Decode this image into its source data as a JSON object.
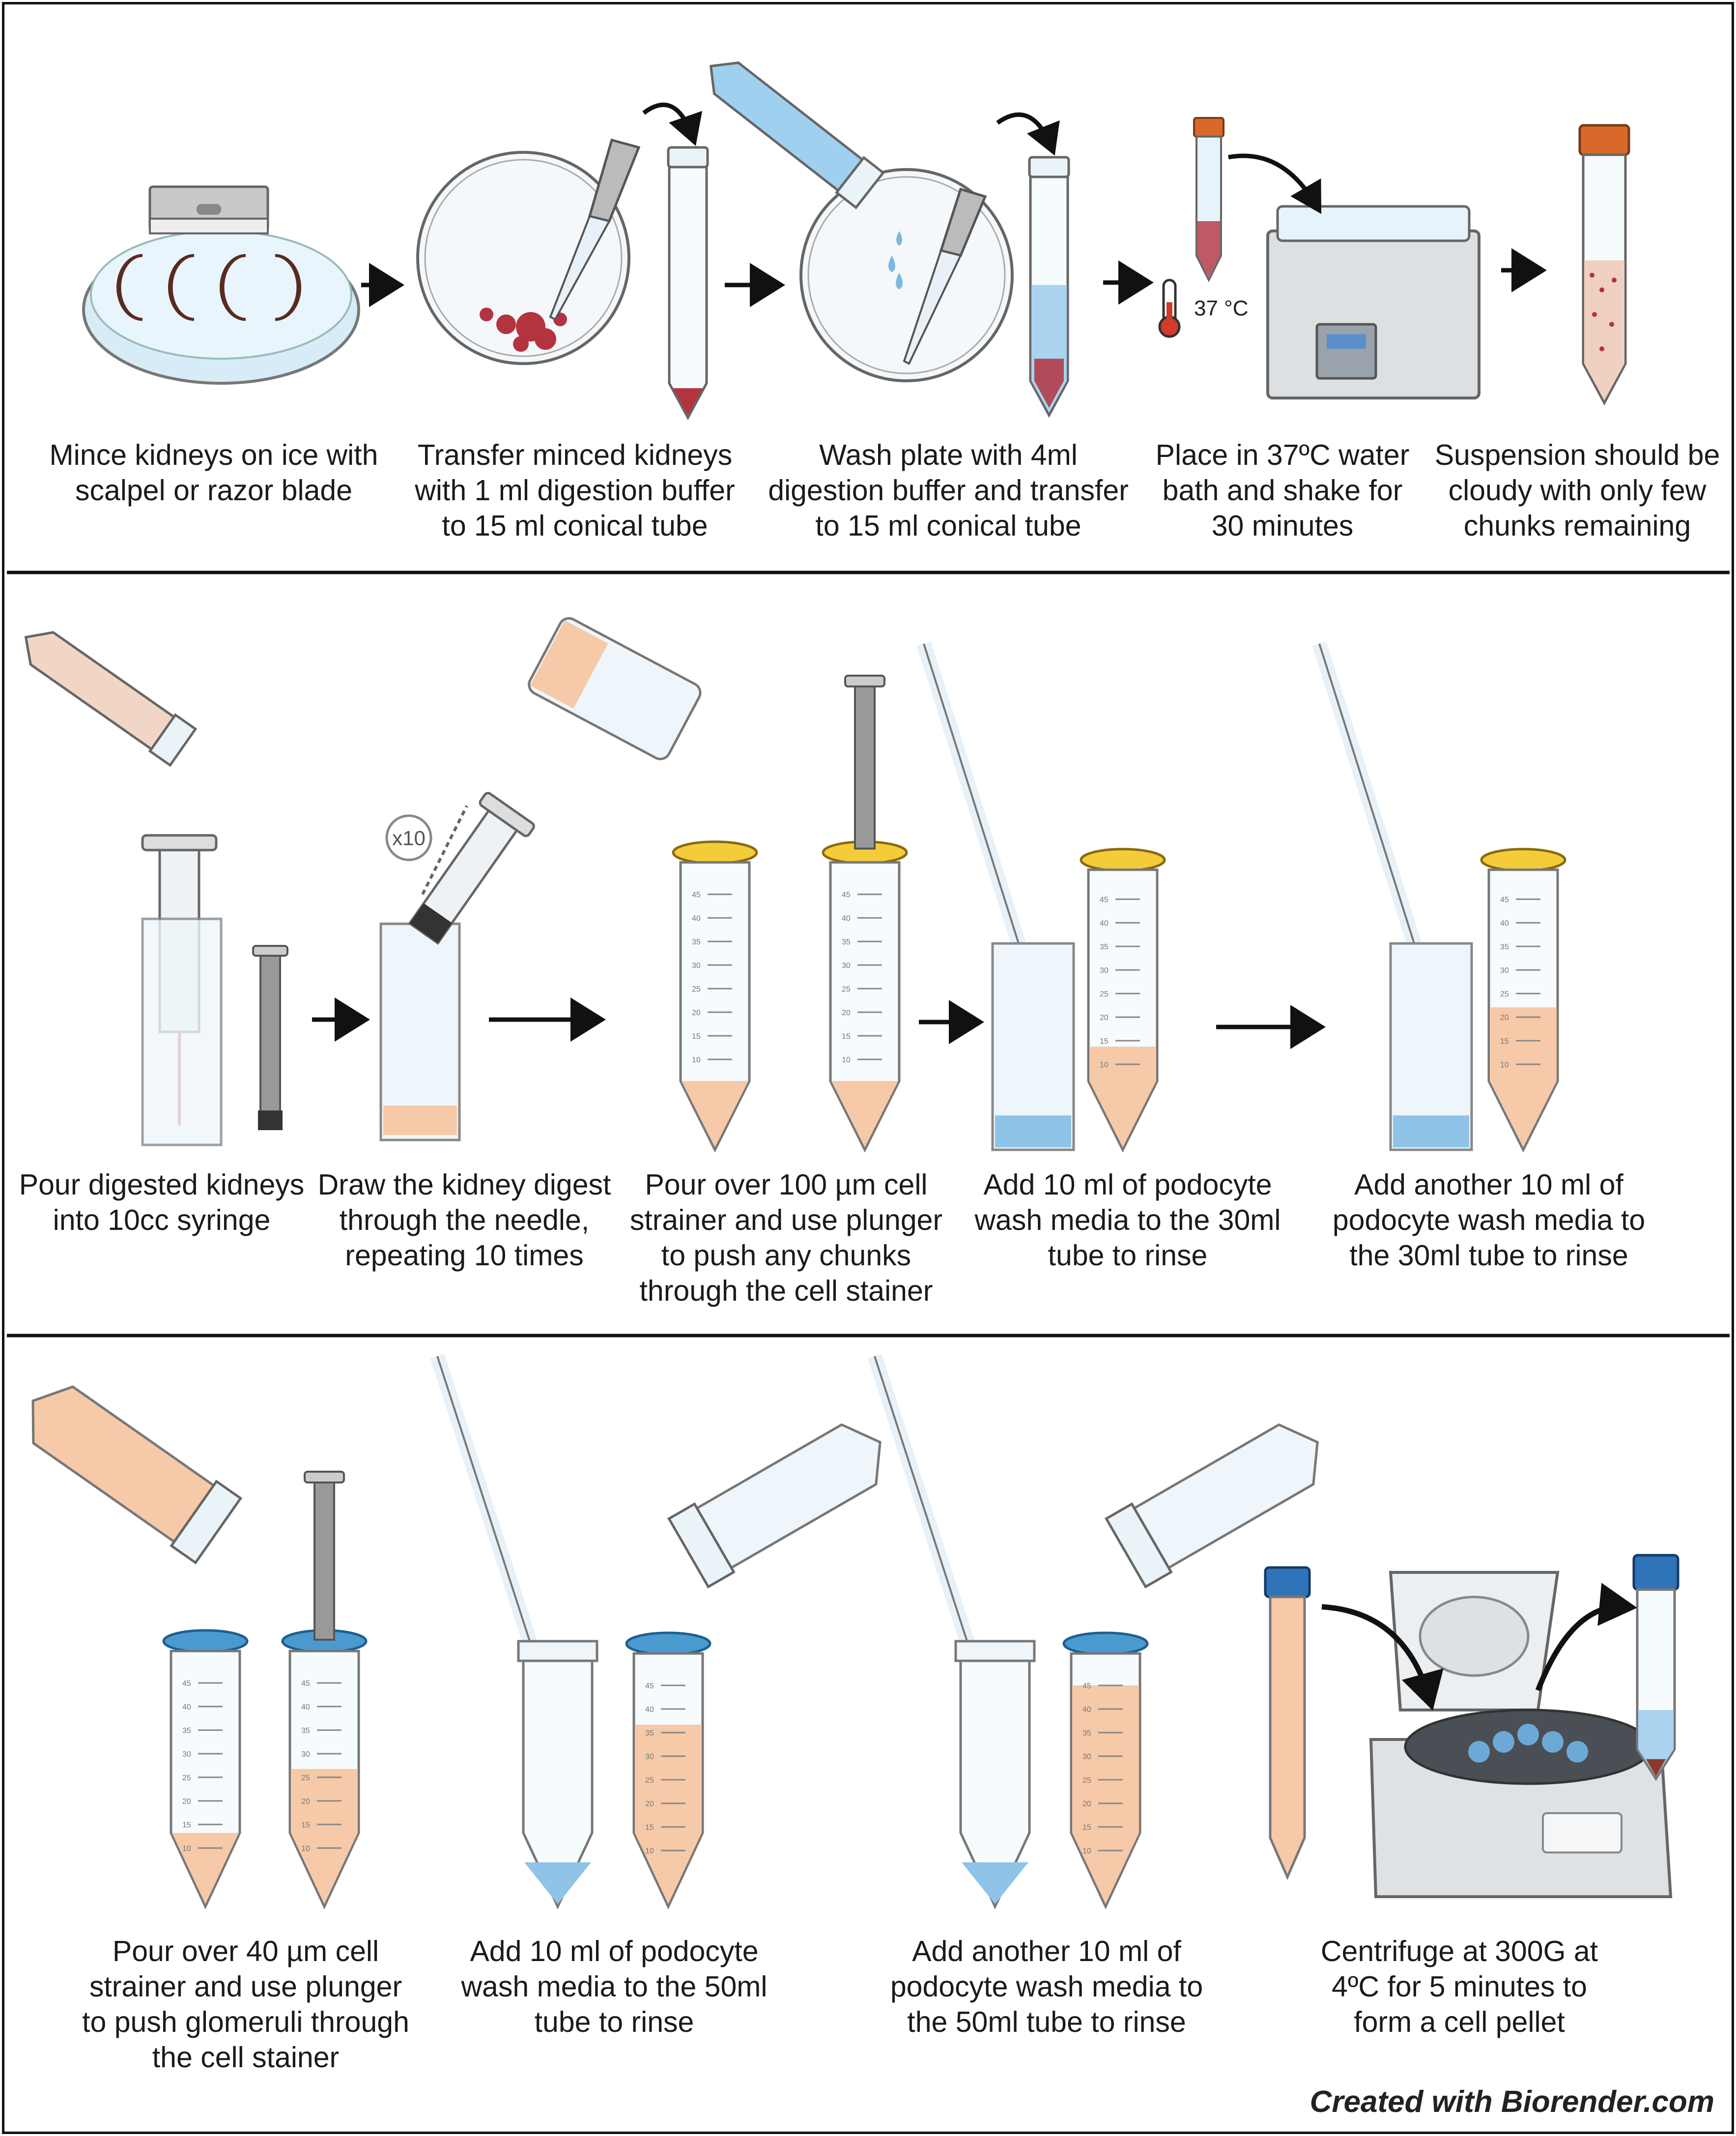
{
  "rows": [
    {
      "steps": [
        {
          "caption": "Mince kidneys on ice with\nscalpel or razor blade",
          "icons": [
            "petri-dish",
            "razor-blade",
            "kidney-slices"
          ]
        },
        {
          "caption": "Transfer minced kidneys\nwith 1 ml digestion buffer\nto 15 ml conical tube",
          "icons": [
            "petri-dish",
            "pipette",
            "conical-tube-15ml"
          ]
        },
        {
          "caption": "Wash plate with 4ml\ndigestion buffer and transfer\nto 15 ml conical tube",
          "icons": [
            "petri-dish",
            "conical-tube",
            "pipette"
          ]
        },
        {
          "caption": "Place in 37ºC water\nbath and shake for\n30 minutes",
          "icons": [
            "thermometer",
            "water-bath"
          ]
        },
        {
          "caption": "Suspension should be\ncloudy with only few\nchunks remaining",
          "icons": [
            "conical-tube-15ml"
          ]
        }
      ]
    },
    {
      "steps": [
        {
          "caption": "Pour digested kidneys\ninto 10cc syringe",
          "icons": [
            "conical-tube",
            "syringe",
            "plunger"
          ]
        },
        {
          "caption": "Draw the kidney digest\nthrough the needle,\nrepeating 10 times",
          "icons": [
            "syringe",
            "tube"
          ]
        },
        {
          "caption": "Pour over 100 µm cell\nstrainer and use plunger\nto push any chunks\nthrough the cell stainer",
          "icons": [
            "conical-tube-50ml",
            "cell-strainer",
            "plunger"
          ]
        },
        {
          "caption": "Add 10 ml of podocyte\nwash media to the 30ml\ntube to rinse",
          "icons": [
            "serological-pipette",
            "conical-tube-50ml"
          ]
        },
        {
          "caption": "Add another 10 ml of\npodocyte wash media to\nthe 30ml tube to rinse",
          "icons": [
            "serological-pipette",
            "conical-tube-50ml"
          ]
        }
      ]
    },
    {
      "steps": [
        {
          "caption": "Pour over 40 µm cell\nstrainer and use plunger\nto push glomeruli through\nthe cell stainer",
          "icons": [
            "conical-tube-50ml",
            "cell-strainer",
            "plunger"
          ]
        },
        {
          "caption": "Add 10 ml of podocyte\nwash media to the 50ml\ntube to rinse",
          "icons": [
            "serological-pipette",
            "conical-tube-50ml"
          ]
        },
        {
          "caption": "Add another 10 ml of\npodocyte wash media to\nthe 50ml tube to rinse",
          "icons": [
            "serological-pipette",
            "conical-tube-50ml"
          ]
        },
        {
          "caption": "Centrifuge at 300G at\n4ºC for 5 minutes to\nform a cell pellet",
          "icons": [
            "conical-tube",
            "centrifuge"
          ]
        }
      ]
    }
  ],
  "labels": {
    "temperature": "37 °C",
    "repeat_badge": "x10",
    "tick_labels": [
      "45",
      "40",
      "35",
      "30",
      "25",
      "20",
      "15",
      "10"
    ],
    "credit": "Created with Biorender.com"
  },
  "colors": {
    "digest": "#f6c9a8",
    "wash_media": "#8fc3e8",
    "tissue": "#b3333f",
    "strainer_yellow": "#f3cc3a",
    "strainer_blue": "#4a9ad0",
    "cap_orange": "#d9692a",
    "cap_blue": "#2f74b8",
    "arrow": "#111111"
  }
}
